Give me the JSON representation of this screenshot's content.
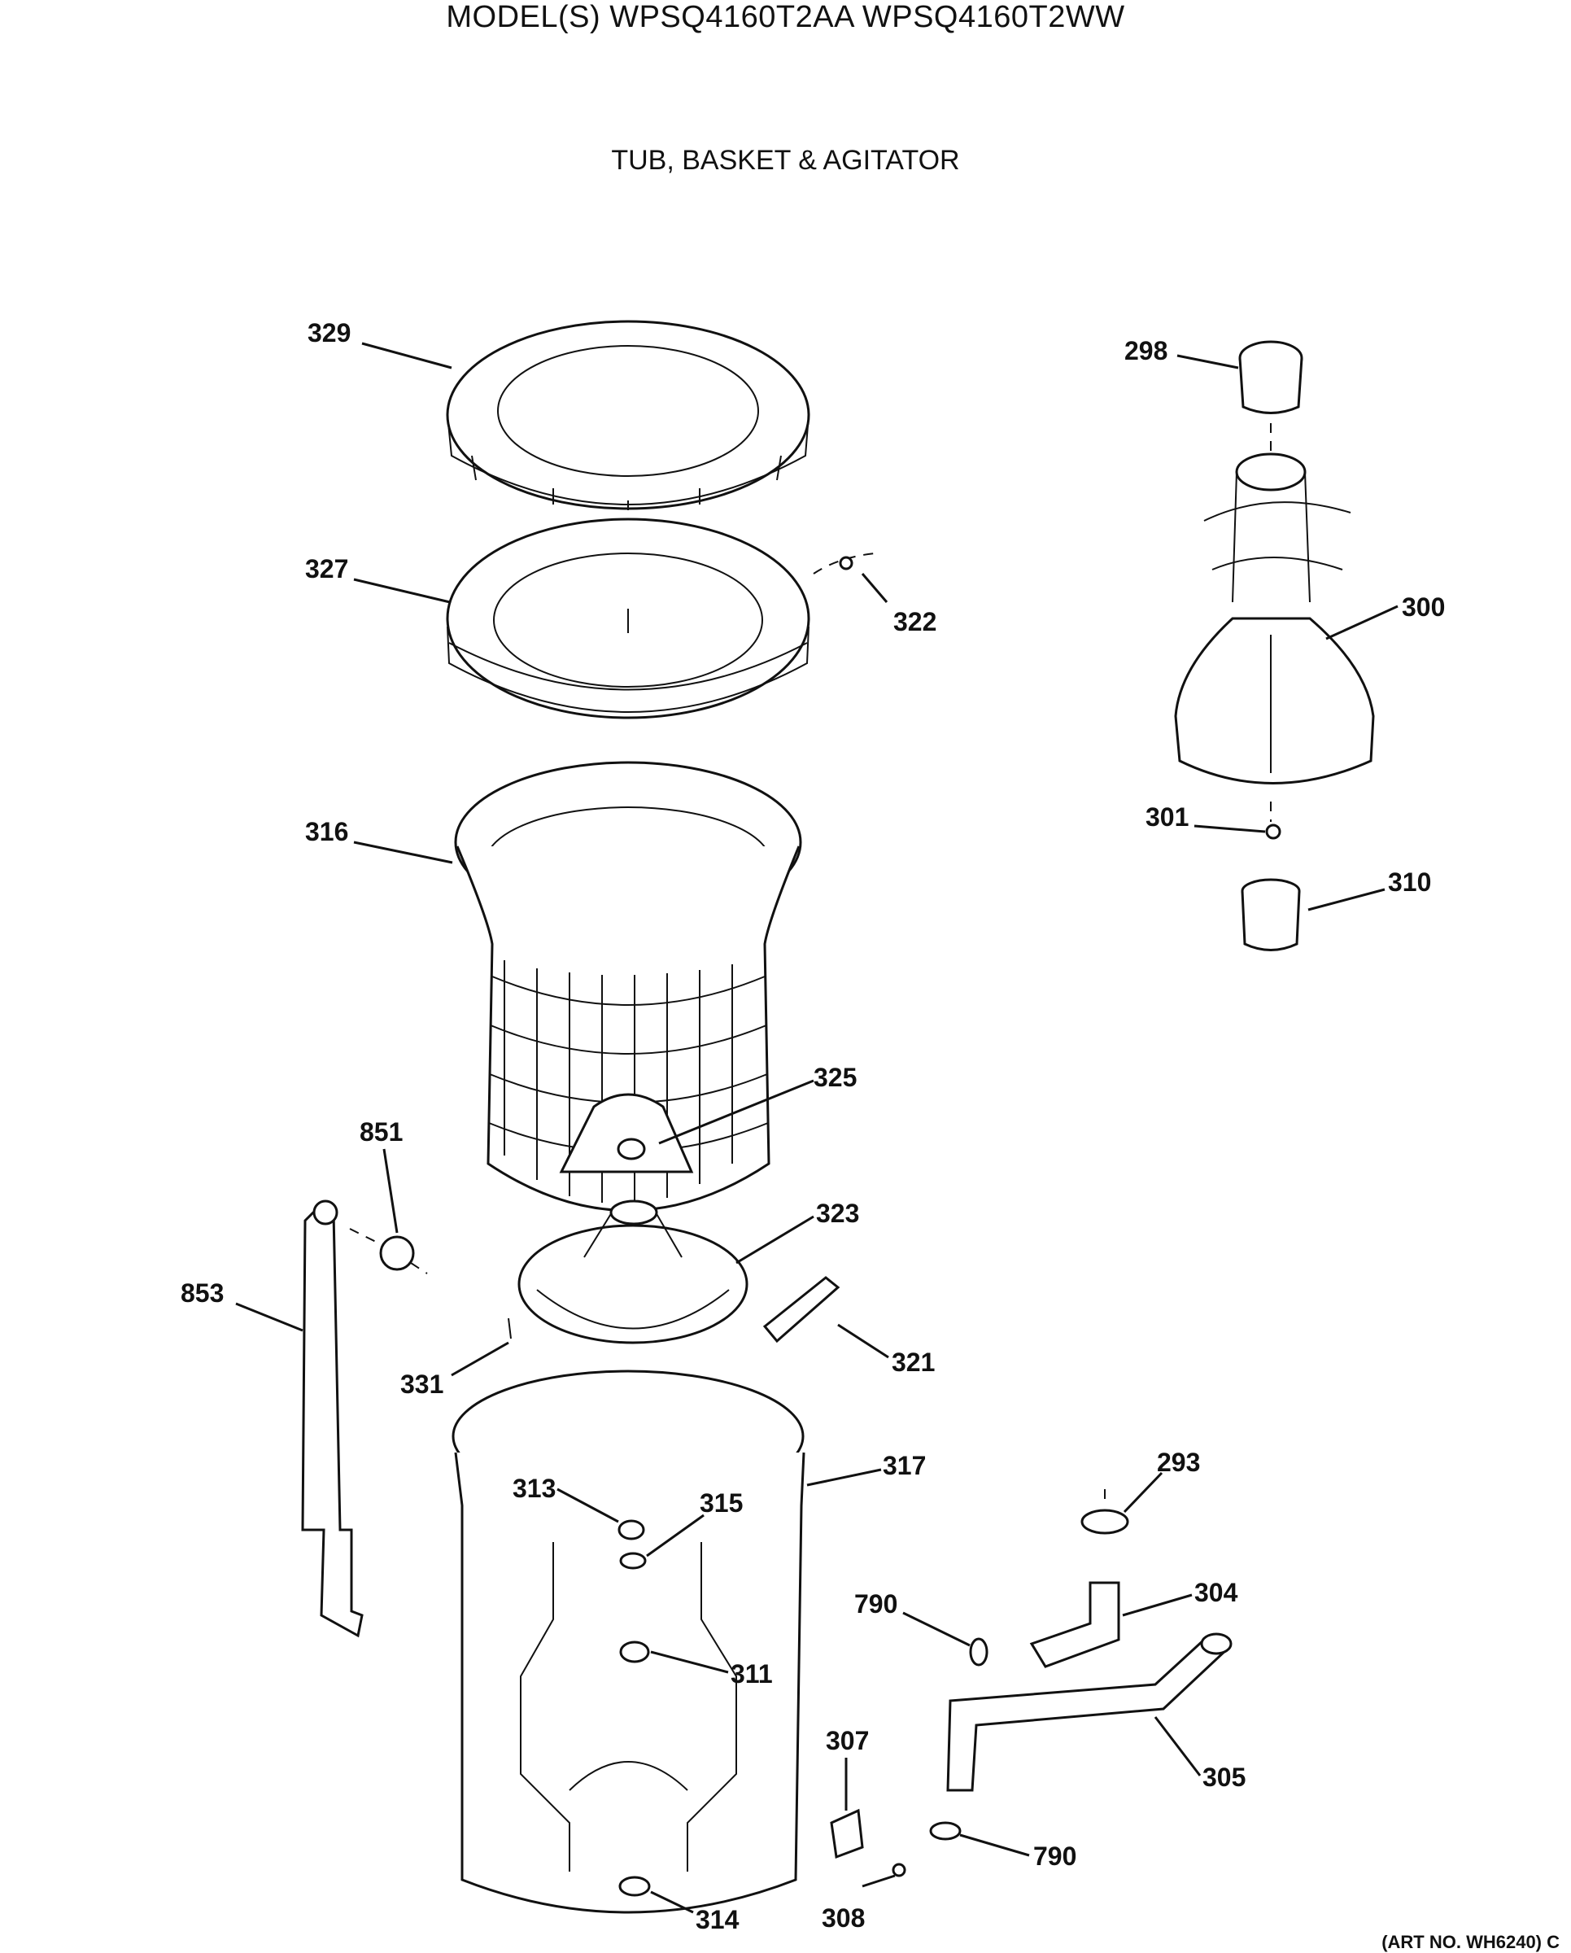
{
  "header": {
    "title": "MODEL(S) WPSQ4160T2AA  WPSQ4160T2WW",
    "subtitle": "TUB, BASKET & AGITATOR"
  },
  "footer": {
    "art_no": "(ART NO. WH6240) C"
  },
  "callouts": [
    {
      "id": "329",
      "label": "329"
    },
    {
      "id": "327",
      "label": "327"
    },
    {
      "id": "322",
      "label": "322"
    },
    {
      "id": "316",
      "label": "316"
    },
    {
      "id": "325",
      "label": "325"
    },
    {
      "id": "851",
      "label": "851"
    },
    {
      "id": "853",
      "label": "853"
    },
    {
      "id": "323",
      "label": "323"
    },
    {
      "id": "321",
      "label": "321"
    },
    {
      "id": "331",
      "label": "331"
    },
    {
      "id": "317",
      "label": "317"
    },
    {
      "id": "313",
      "label": "313"
    },
    {
      "id": "315",
      "label": "315"
    },
    {
      "id": "311",
      "label": "311"
    },
    {
      "id": "314",
      "label": "314"
    },
    {
      "id": "298",
      "label": "298"
    },
    {
      "id": "300",
      "label": "300"
    },
    {
      "id": "301",
      "label": "301"
    },
    {
      "id": "310",
      "label": "310"
    },
    {
      "id": "293",
      "label": "293"
    },
    {
      "id": "304",
      "label": "304"
    },
    {
      "id": "790a",
      "label": "790"
    },
    {
      "id": "305",
      "label": "305"
    },
    {
      "id": "307",
      "label": "307"
    },
    {
      "id": "790b",
      "label": "790"
    },
    {
      "id": "308",
      "label": "308"
    }
  ]
}
